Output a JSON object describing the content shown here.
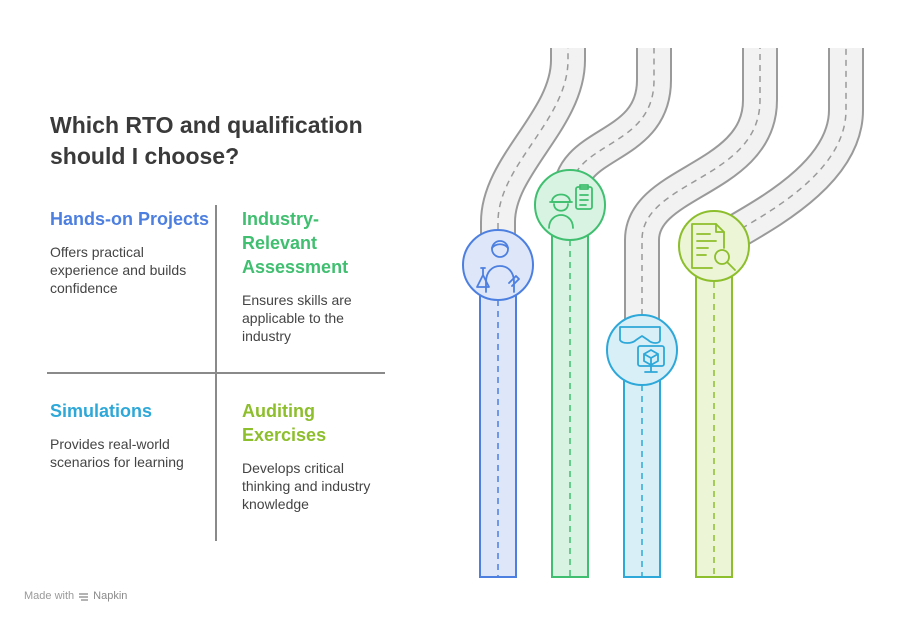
{
  "title": "Which RTO and qualification should I choose?",
  "quadrants": [
    {
      "title": "Hands-on Projects",
      "description": "Offers practical experience and builds confidence",
      "color": "#4d7fe0",
      "icon": "scientist-flask-icon"
    },
    {
      "title": "Industry-Relevant Assessment",
      "description": "Ensures skills are applicable to the industry",
      "color": "#3fbf6f",
      "icon": "engineer-clipboard-icon"
    },
    {
      "title": "Simulations",
      "description": "Provides real-world scenarios for learning",
      "color": "#2ea8d8",
      "icon": "vr-headset-cube-icon"
    },
    {
      "title": "Auditing Exercises",
      "description": "Develops critical thinking and industry knowledge",
      "color": "#8dbe2c",
      "icon": "document-magnifier-icon"
    }
  ],
  "footer": {
    "made_with": "Made with",
    "brand": "Napkin"
  }
}
